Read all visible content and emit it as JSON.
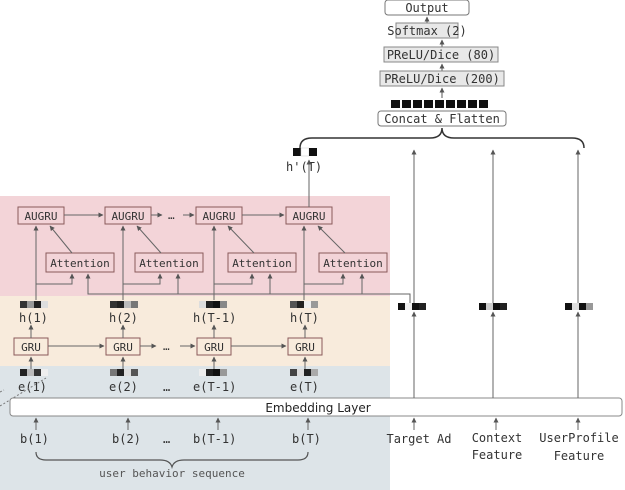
{
  "diagram": {
    "head": {
      "output": "Output",
      "softmax": "Softmax (2)",
      "prelu_80": "PReLU/Dice (80)",
      "prelu_200": "PReLU/Dice (200)",
      "concat": "Concat & Flatten"
    },
    "final_state": "h'(T)",
    "augru_layer": {
      "cells": [
        "AUGRU",
        "AUGRU",
        "AUGRU",
        "AUGRU"
      ],
      "ellipsis": "…"
    },
    "attention_layer": {
      "units": [
        "Attention",
        "Attention",
        "Attention",
        "Attention"
      ]
    },
    "hidden_states": [
      "h(1)",
      "h(2)",
      "h(T-1)",
      "h(T)"
    ],
    "gru_layer": {
      "cells": [
        "GRU",
        "GRU",
        "GRU",
        "GRU"
      ],
      "ellipsis": "…"
    },
    "embeddings": [
      "e(1)",
      "e(2)",
      "…",
      "e(T-1)",
      "e(T)"
    ],
    "embedding_layer": "Embedding Layer",
    "behaviors": [
      "b(1)",
      "b(2)",
      "…",
      "b(T-1)",
      "b(T)"
    ],
    "sequence_label": "user behavior sequence",
    "features": {
      "target_ad": "Target Ad",
      "context": [
        "Context",
        "Feature"
      ],
      "user_profile": [
        "UserProfile",
        "Feature"
      ]
    },
    "colors": {
      "interest_evolving_layer": "#f3d4d8",
      "interest_extractor_layer": "#f8ebdc",
      "behavior_layer": "#dde4e8",
      "node_border": "#8a5a5a",
      "gray_box": "#e8e8e8",
      "line": "#666666"
    }
  }
}
